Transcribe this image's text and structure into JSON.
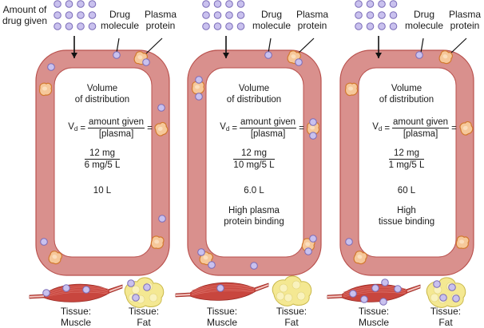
{
  "colors": {
    "vessel_wall": "#d9908d",
    "vessel_stroke": "#b9514d",
    "drug_fill": "#c9c1ee",
    "drug_stroke": "#7a6bb8",
    "protein_fill": "#f6c89a",
    "protein_stroke": "#d2782f",
    "muscle": "#c8463e",
    "fat": "#f4e892"
  },
  "legend": {
    "amount_given": [
      "Amount of",
      "drug given"
    ],
    "drug_molecule": [
      "Drug",
      "molecule"
    ],
    "plasma_protein": [
      "Plasma",
      "protein"
    ]
  },
  "panels": [
    {
      "title": [
        "Volume",
        "of distribution"
      ],
      "vd_symbol": "V",
      "vd_sub": "d",
      "formula_num": "amount given",
      "formula_den": "[plasma]",
      "equals": "=",
      "calc_num": "12 mg",
      "calc_den": "6 mg/5 L",
      "result": "10 L",
      "note": [],
      "tissues": [
        {
          "label": [
            "Tissue:",
            "Muscle"
          ],
          "drug_count": 3
        },
        {
          "label": [
            "Tissue:",
            "Fat"
          ],
          "drug_count": 3
        }
      ]
    },
    {
      "title": [
        "Volume",
        "of distribution"
      ],
      "vd_symbol": "V",
      "vd_sub": "d",
      "formula_num": "amount given",
      "formula_den": "[plasma]",
      "equals": "=",
      "calc_num": "12 mg",
      "calc_den": "10 mg/5 L",
      "result": "6.0 L",
      "note": [
        "High plasma",
        "protein binding"
      ],
      "tissues": [
        {
          "label": [
            "Tissue:",
            "Muscle"
          ],
          "drug_count": 1
        },
        {
          "label": [
            "Tissue:",
            "Fat"
          ],
          "drug_count": 0
        }
      ]
    },
    {
      "title": [
        "Volume",
        "of distribution"
      ],
      "vd_symbol": "V",
      "vd_sub": "d",
      "formula_num": "amount given",
      "formula_den": "[plasma]",
      "equals": "=",
      "calc_num": "12 mg",
      "calc_den": "1 mg/5 L",
      "result": "60 L",
      "note": [
        "High",
        "tissue binding"
      ],
      "tissues": [
        {
          "label": [
            "Tissue:",
            "Muscle"
          ],
          "drug_count": 6
        },
        {
          "label": [
            "Tissue:",
            "Fat"
          ],
          "drug_count": 4
        }
      ]
    }
  ]
}
